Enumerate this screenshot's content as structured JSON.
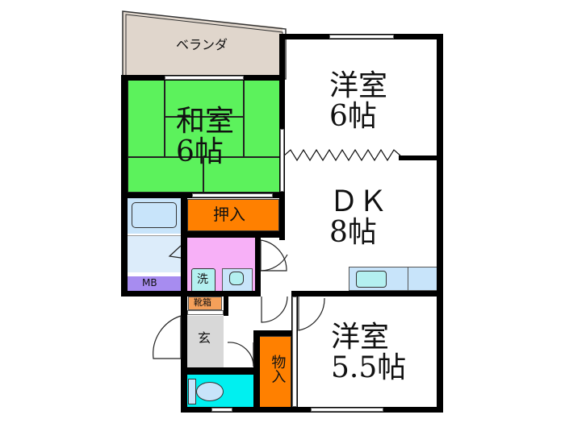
{
  "floor_plan": {
    "rooms": {
      "veranda": {
        "label": "ベランダ",
        "color": "#e0d6cc"
      },
      "washitsu": {
        "label_line1": "和室",
        "label_line2": "6帖",
        "color": "#5cf25c"
      },
      "yoshitsu_north": {
        "label_line1": "洋室",
        "label_line2": "6帖",
        "color": "#ffffff"
      },
      "dk": {
        "label_line1": "ＤＫ",
        "label_line2": "8帖",
        "color": "#ffffff"
      },
      "yoshitsu_south": {
        "label_line1": "洋室",
        "label_line2": "5.5帖",
        "color": "#ffffff"
      },
      "oshiire": {
        "label": "押入",
        "color": "#ff8000"
      },
      "monoire": {
        "label": "物入",
        "color": "#ff8000"
      },
      "bath": {
        "color": "#c8e4fa"
      },
      "washroom": {
        "color": "#f7b0f7"
      },
      "laundry": {
        "label": "洗"
      },
      "mb": {
        "label": "MB",
        "color": "#a78cf0"
      },
      "shoe_box": {
        "label": "靴箱",
        "color": "#f5a05a"
      },
      "genkan": {
        "label": "玄",
        "color": "#d8d8d8"
      },
      "toilet": {
        "color": "#00f0f0"
      },
      "kitchen_counter": {
        "color": "#c8e4fa"
      }
    }
  }
}
